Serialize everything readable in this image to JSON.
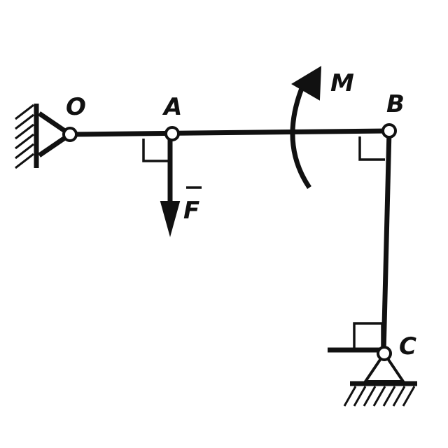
{
  "labels": {
    "O": "O",
    "A": "A",
    "B": "B",
    "C": "C",
    "M": "M",
    "F": "F"
  },
  "colors": {
    "ink": "#111111",
    "background": "#ffffff"
  }
}
